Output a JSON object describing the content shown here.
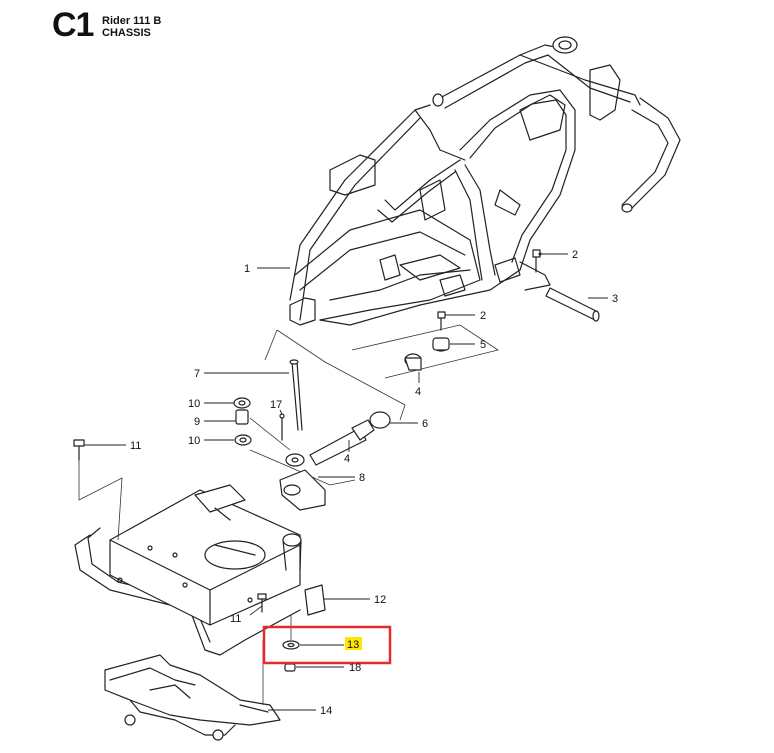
{
  "header": {
    "section_code": "C1",
    "model": "Rider 111 B",
    "section": "CHASSIS"
  },
  "callouts": [
    {
      "id": "c1",
      "label": "1"
    },
    {
      "id": "c2a",
      "label": "2"
    },
    {
      "id": "c3",
      "label": "3"
    },
    {
      "id": "c2b",
      "label": "2"
    },
    {
      "id": "c5",
      "label": "5"
    },
    {
      "id": "c4a",
      "label": "4"
    },
    {
      "id": "c7",
      "label": "7"
    },
    {
      "id": "c10a",
      "label": "10"
    },
    {
      "id": "c17",
      "label": "17"
    },
    {
      "id": "c9",
      "label": "9"
    },
    {
      "id": "c6",
      "label": "6"
    },
    {
      "id": "c10b",
      "label": "10"
    },
    {
      "id": "c11a",
      "label": "11"
    },
    {
      "id": "c4b",
      "label": "4"
    },
    {
      "id": "c8",
      "label": "8"
    },
    {
      "id": "c12",
      "label": "12"
    },
    {
      "id": "c11b",
      "label": "11"
    },
    {
      "id": "c13",
      "label": "13",
      "highlighted": true
    },
    {
      "id": "c18",
      "label": "18"
    },
    {
      "id": "c14",
      "label": "14"
    }
  ],
  "colors": {
    "highlight_box": "#e32b2b",
    "highlight_fill": "#ffe500",
    "line": "#222222"
  }
}
